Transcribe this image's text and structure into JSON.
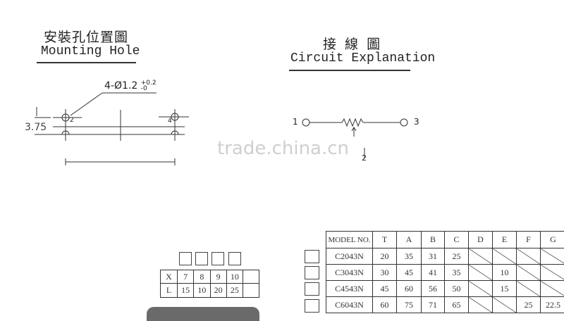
{
  "mounting_hole": {
    "title_cn": "安裝孔位置圖",
    "title_en": "Mounting Hole",
    "hole_spec": "4-Ø1.2",
    "tol_plus": "+0.2",
    "tol_minus": "-0",
    "dim_label": "3.75",
    "pin_labels": [
      "2",
      "4"
    ]
  },
  "circuit": {
    "title_cn": "接 線 圖",
    "title_en": "Circuit Explanation",
    "pins": [
      "1",
      "3",
      "2"
    ]
  },
  "watermark": "trade.china.cn",
  "xl_table": {
    "rows": [
      {
        "label": "X",
        "values": [
          "7",
          "8",
          "9",
          "10",
          ""
        ]
      },
      {
        "label": "L",
        "values": [
          "15",
          "10",
          "20",
          "25",
          ""
        ]
      }
    ]
  },
  "model_table": {
    "headers": [
      "MODEL NO.",
      "T",
      "A",
      "B",
      "C",
      "D",
      "E",
      "F",
      "G"
    ],
    "rows": [
      [
        "C2043N",
        "20",
        "35",
        "31",
        "25",
        "/",
        "/",
        "/",
        "/"
      ],
      [
        "C3043N",
        "30",
        "45",
        "41",
        "35",
        "/",
        "10",
        "/",
        "/"
      ],
      [
        "C4543N",
        "45",
        "60",
        "56",
        "50",
        "/",
        "15",
        "/",
        "/"
      ],
      [
        "C6043N",
        "60",
        "75",
        "71",
        "65",
        "/",
        "/",
        "25",
        "22.5"
      ]
    ]
  }
}
